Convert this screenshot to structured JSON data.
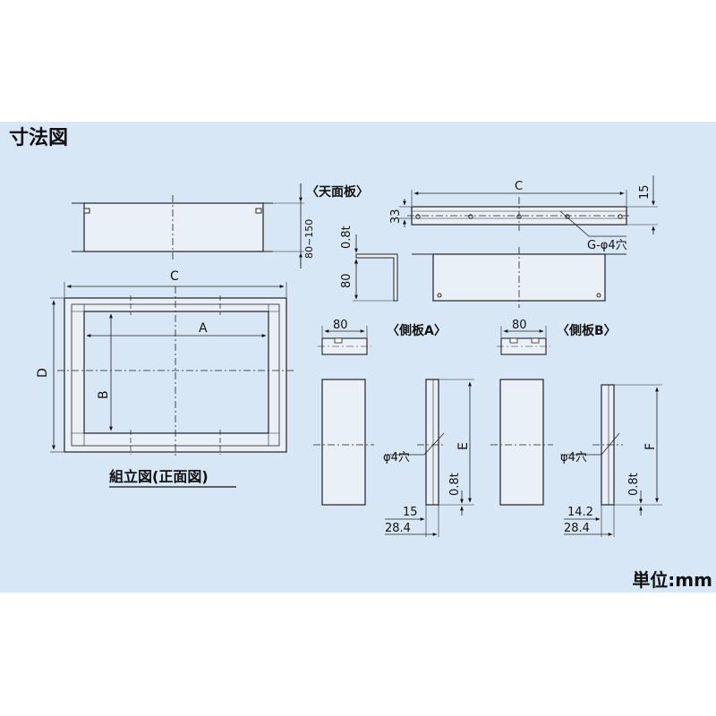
{
  "header": {
    "title": "寸法図"
  },
  "footer": {
    "unit": "単位:mm"
  },
  "front_view": {
    "dim_c": "C",
    "dim_d": "D",
    "dim_a": "A",
    "dim_b": "B",
    "caption": "組立図(正面図)"
  },
  "top_view": {
    "height_range": "80~150"
  },
  "top_panel": {
    "label": "〈天面板〉",
    "dim_c": "C",
    "dim_15": "15",
    "dim_33": "33",
    "dim_thickness": "0.8t",
    "dim_80": "80",
    "hole": "G-φ4穴"
  },
  "side_a": {
    "label": "〈側板A〉",
    "dim_width": "80",
    "dim_e": "E",
    "hole": "φ4穴",
    "dim_thickness": "0.8t",
    "dim_15": "15",
    "dim_28": "28.4"
  },
  "side_b": {
    "label": "〈側板B〉",
    "dim_width": "80",
    "dim_f": "F",
    "hole": "φ4穴",
    "dim_thickness": "0.8t",
    "dim_14": "14.2",
    "dim_28": "28.4"
  }
}
